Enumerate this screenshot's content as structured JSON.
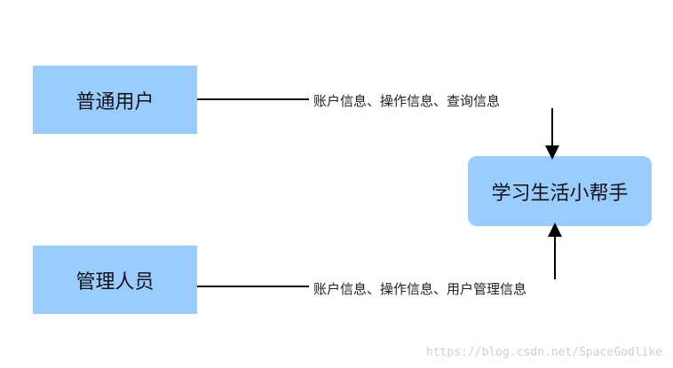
{
  "nodes": {
    "user": "普通用户",
    "admin": "管理人员",
    "app": "学习生活小帮手"
  },
  "flows": {
    "user_to_app": "账户信息、操作信息、查询信息",
    "admin_to_app": "账户信息、操作信息、用户管理信息"
  },
  "watermark": "https://blog.csdn.net/SpaceGodlike",
  "colors": {
    "box_fill": "#99ccff",
    "line": "#000000"
  }
}
